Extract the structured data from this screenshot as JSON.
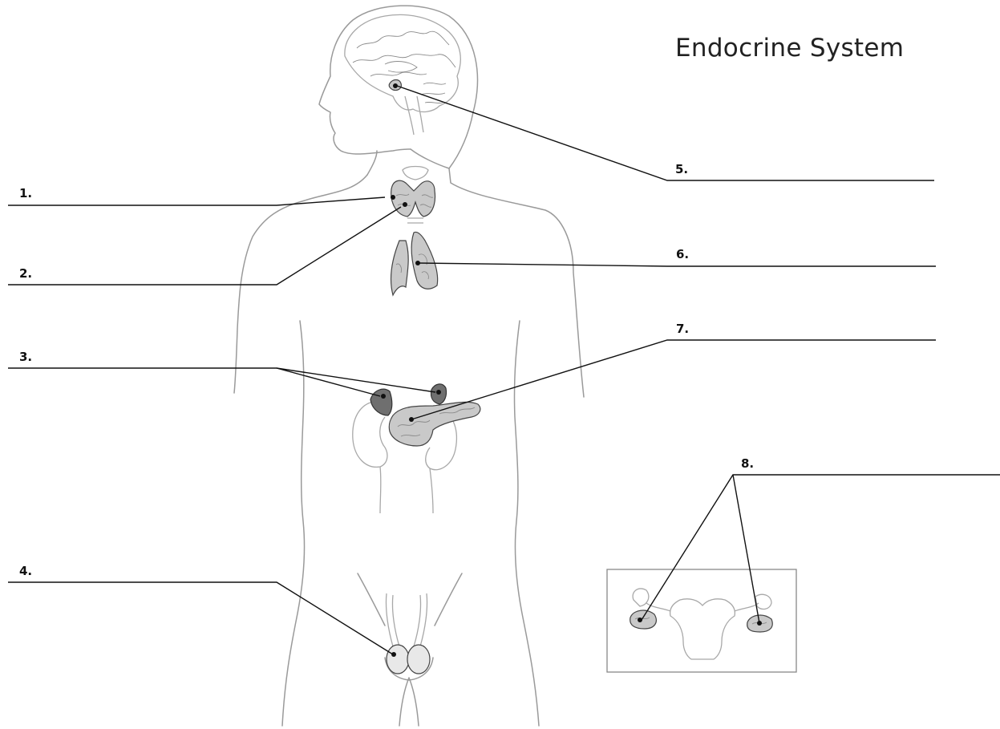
{
  "title": "Endocrine System",
  "labels": {
    "l1": "1.",
    "l2": "2.",
    "l3": "3.",
    "l4": "4.",
    "l5": "5.",
    "l6": "6.",
    "l7": "7.",
    "l8": "8."
  }
}
